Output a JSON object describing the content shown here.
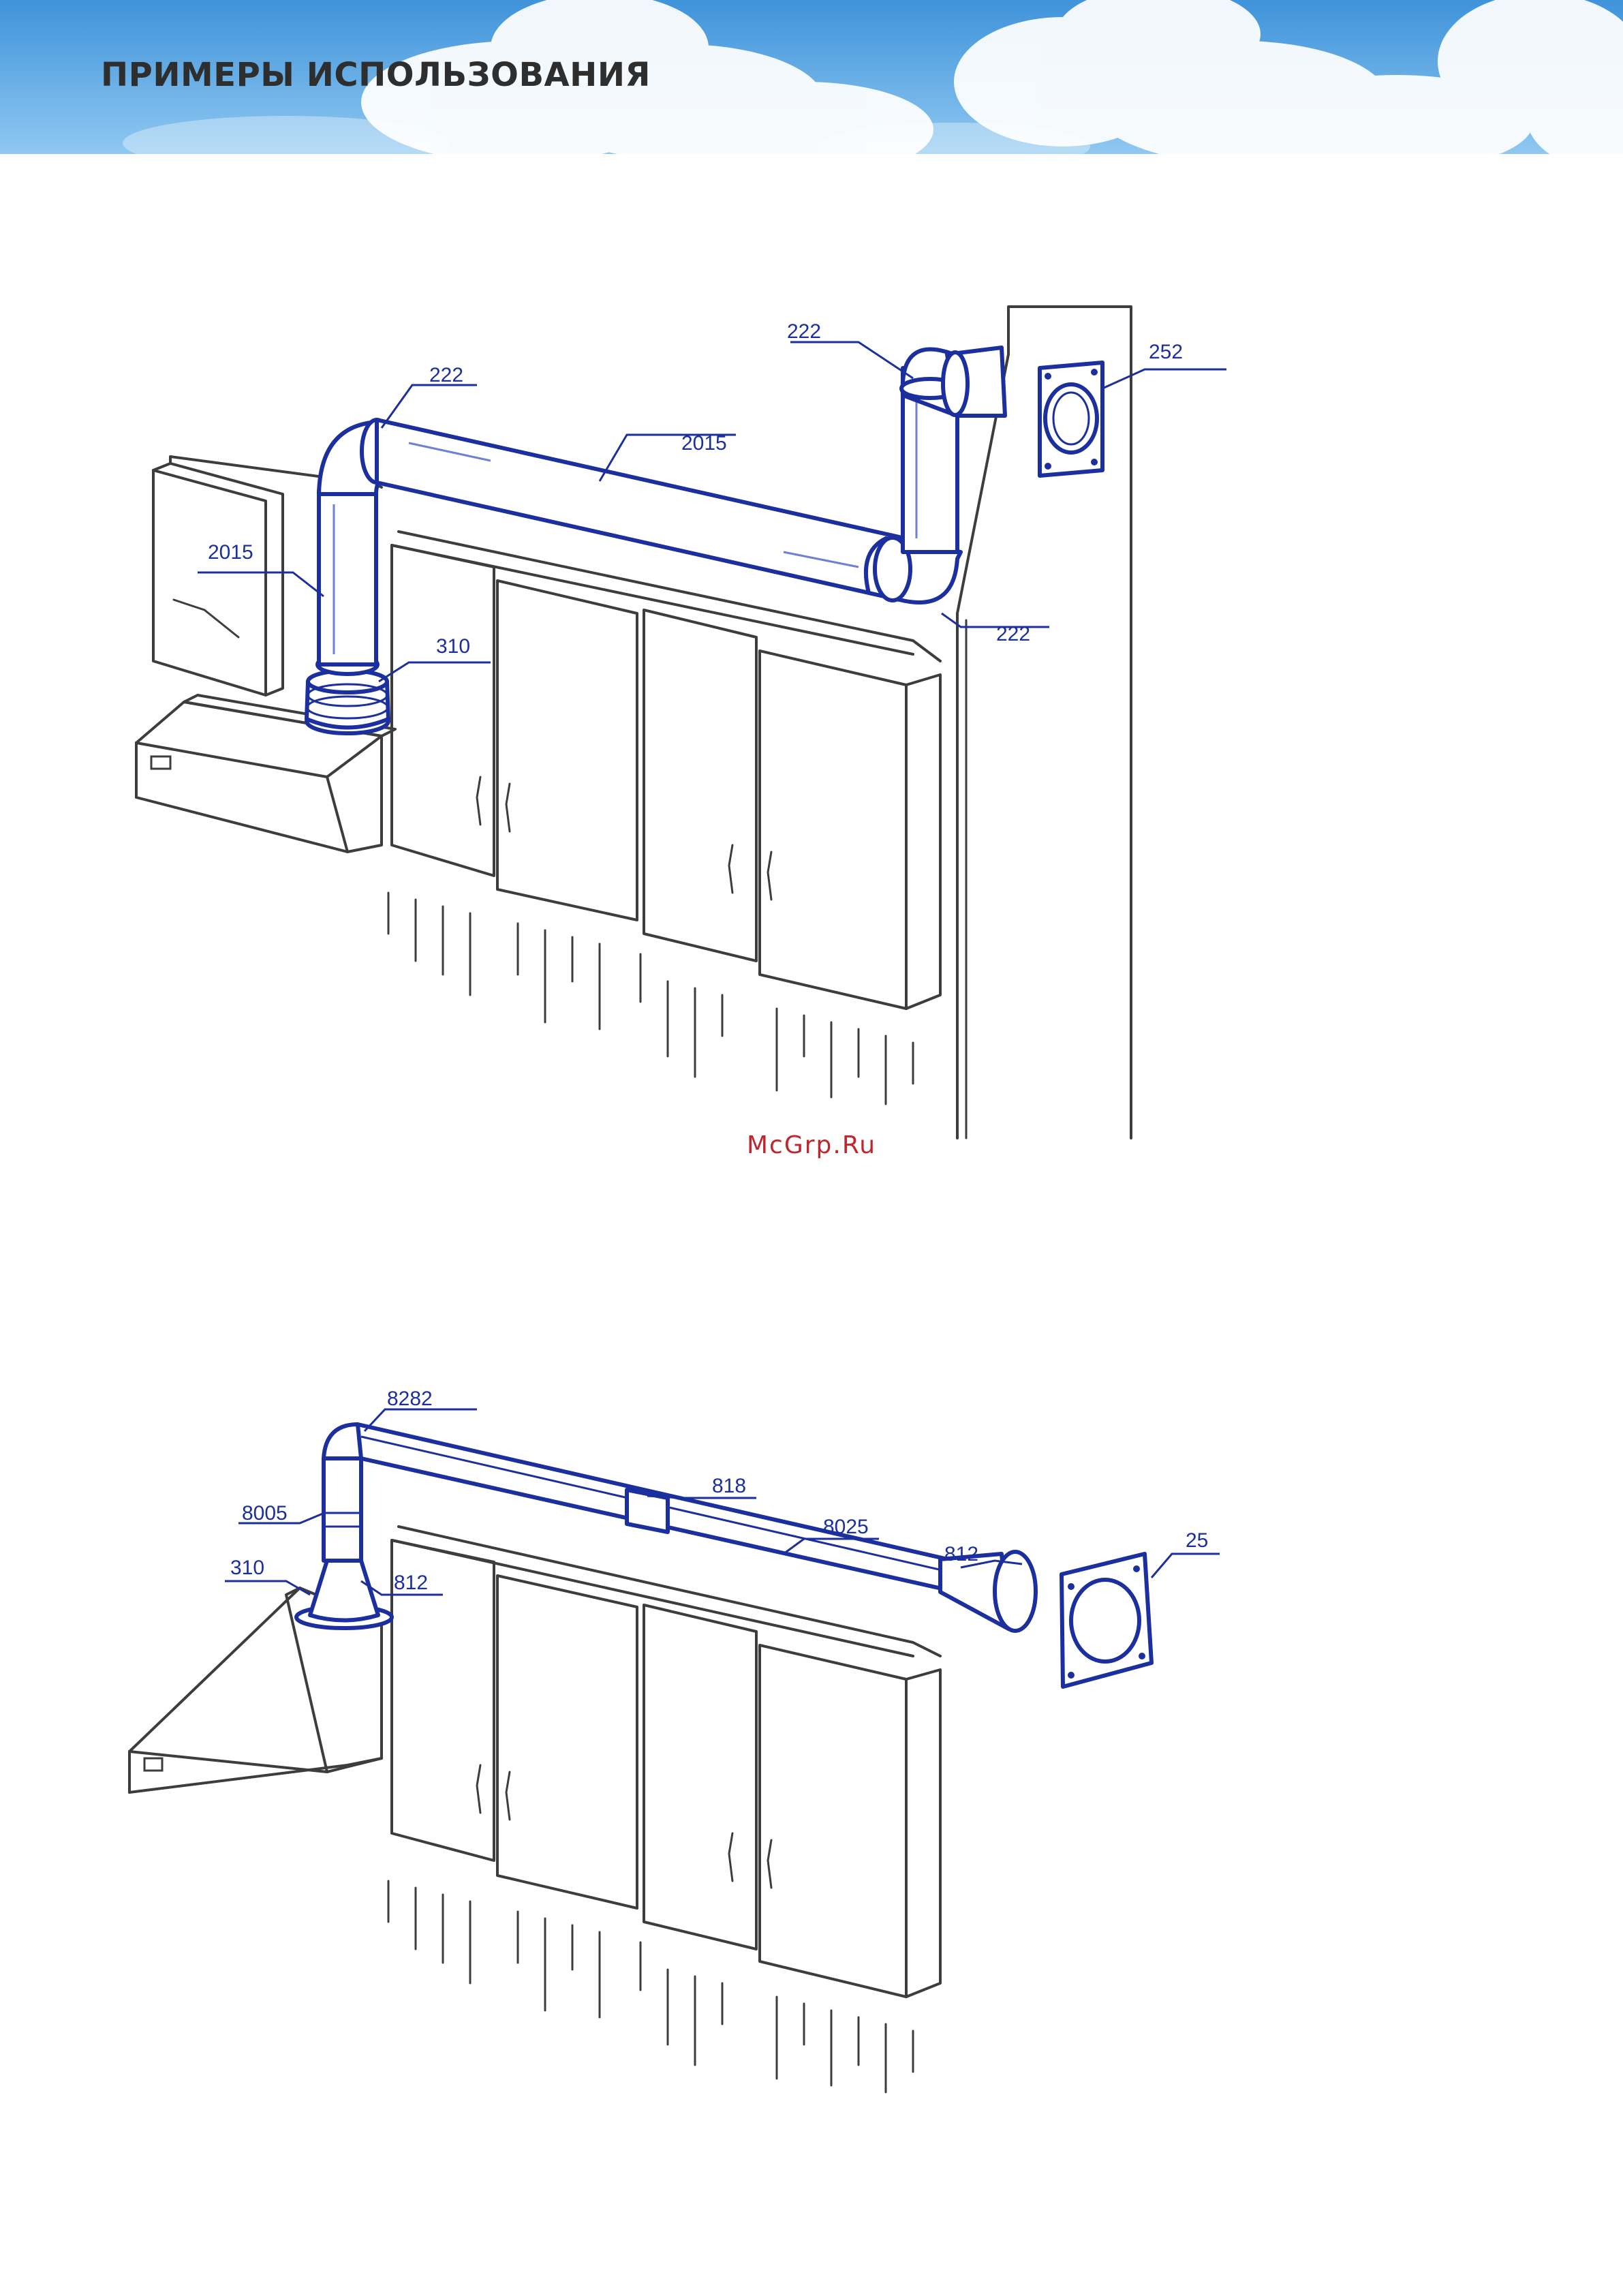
{
  "header": {
    "title": "ПРИМЕРЫ ИСПОЛЬЗОВАНИЯ",
    "colors": {
      "sky_top": "#4a9ee0",
      "sky_bottom": "#8cc6f0",
      "cloud": "#ffffff",
      "title": "#2e2e2e"
    }
  },
  "diagram_top": {
    "labels": {
      "elbow_left": "222",
      "elbow_top_right": "222",
      "elbow_bottom_right": "222",
      "wall_plate": "252",
      "pipe_horizontal": "2015",
      "pipe_vertical": "2015",
      "adapter": "310"
    }
  },
  "diagram_bottom": {
    "labels": {
      "elbow": "8282",
      "vertical_duct": "8005",
      "connector": "818",
      "horizontal_duct": "8025",
      "adapter_right": "812",
      "adapter_left": "812",
      "hood_adapter": "310",
      "wall_plate": "25"
    }
  },
  "watermark": "McGrp.Ru",
  "colors": {
    "duct": "#1c2f9e",
    "outline": "#3d3d3d",
    "watermark": "#c0262e"
  }
}
